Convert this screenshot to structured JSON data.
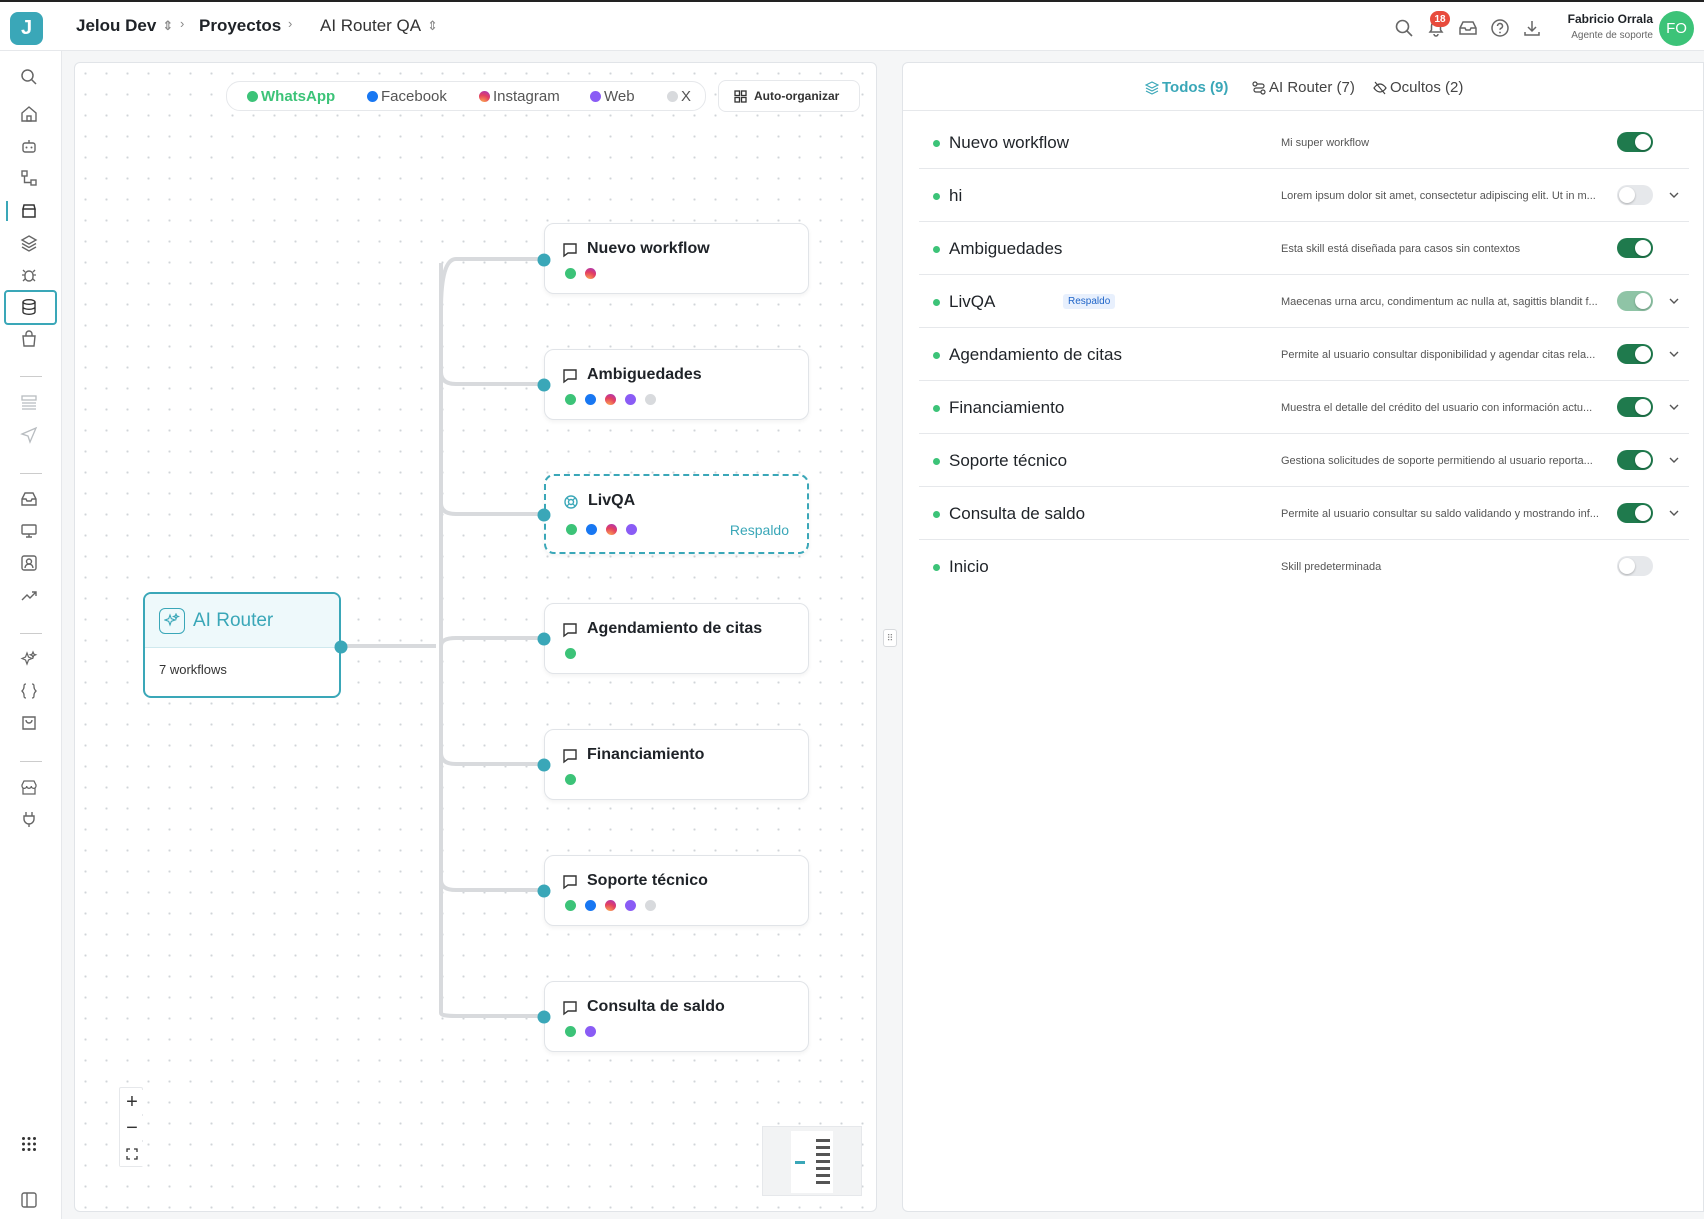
{
  "header": {
    "logo_letter": "J",
    "workspace": "Jelou Dev",
    "section": "Proyectos",
    "project": "AI Router QA",
    "notifications_count": "18",
    "user_name": "Fabricio Orrala",
    "user_role": "Agente de soporte",
    "user_initials": "FO"
  },
  "canvas": {
    "filters": [
      {
        "label": "WhatsApp",
        "color": "#3cc378",
        "active": true
      },
      {
        "label": "Facebook",
        "color": "#1877f2"
      },
      {
        "label": "Instagram",
        "color": "#e4405f"
      },
      {
        "label": "Web",
        "color": "#8a5cf5"
      },
      {
        "label": "X",
        "color": "#d8dadd"
      }
    ],
    "auto_organize_label": "Auto-organizar",
    "router": {
      "title": "AI Router",
      "subtitle": "7 workflows"
    },
    "nodes": [
      {
        "title": "Nuevo workflow",
        "channels": [
          "wa",
          "ig"
        ]
      },
      {
        "title": "Ambiguedades",
        "channels": [
          "wa",
          "fb",
          "ig",
          "web",
          "x"
        ]
      },
      {
        "title": "LivQA",
        "channels": [
          "wa",
          "fb",
          "ig",
          "web"
        ],
        "backup_label": "Respaldo"
      },
      {
        "title": "Agendamiento de citas",
        "channels": [
          "wa"
        ]
      },
      {
        "title": "Financiamiento",
        "channels": [
          "wa"
        ]
      },
      {
        "title": "Soporte técnico",
        "channels": [
          "wa",
          "fb",
          "ig",
          "web",
          "x"
        ]
      },
      {
        "title": "Consulta de saldo",
        "channels": [
          "wa",
          "web"
        ]
      }
    ]
  },
  "panel": {
    "tabs": [
      {
        "label": "Todos (9)",
        "active": true
      },
      {
        "label": "AI Router (7)"
      },
      {
        "label": "Ocultos (2)"
      }
    ],
    "rows": [
      {
        "name": "Nuevo workflow",
        "description": "Mi super workflow",
        "enabled": true
      },
      {
        "name": "hi",
        "description": "Lorem ipsum dolor sit amet, consectetur adipiscing elit. Ut in m...",
        "enabled": false
      },
      {
        "name": "Ambiguedades",
        "description": "Esta skill está diseñada para casos sin contextos",
        "enabled": true
      },
      {
        "name": "LivQA",
        "badge": "Respaldo",
        "description": "Maecenas urna arcu, condimentum ac nulla at, sagittis blandit f...",
        "enabled": true
      },
      {
        "name": "Agendamiento de citas",
        "description": "Permite al usuario consultar disponibilidad y agendar citas rela...",
        "enabled": true
      },
      {
        "name": "Financiamiento",
        "description": "Muestra el detalle del crédito del usuario con información actu...",
        "enabled": true
      },
      {
        "name": "Soporte técnico",
        "description": "Gestiona solicitudes de soporte permitiendo al usuario reporta...",
        "enabled": true
      },
      {
        "name": "Consulta de saldo",
        "description": "Permite al usuario consultar su saldo validando y mostrando inf...",
        "enabled": true
      },
      {
        "name": "Inicio",
        "description": "Skill predeterminada",
        "enabled": false
      }
    ]
  }
}
